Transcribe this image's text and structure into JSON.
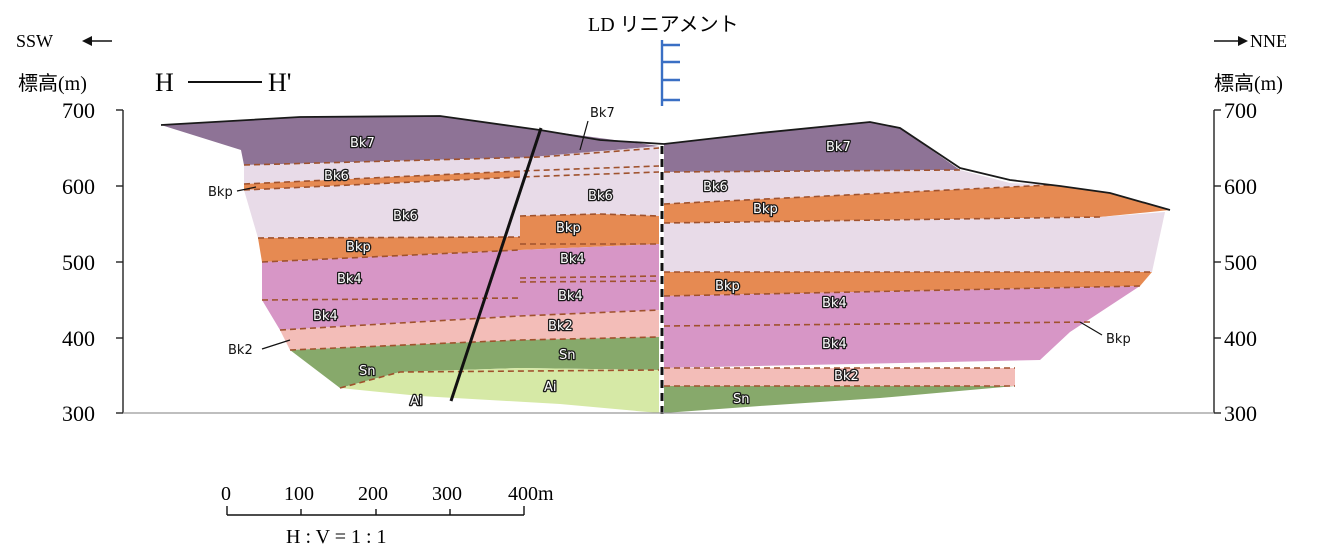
{
  "header": {
    "left_direction": "SSW",
    "right_direction": "NNE",
    "lineament_label": "LD リニアメント",
    "section_start": "H",
    "section_end": "H'"
  },
  "axes": {
    "left_title": "標高(m)",
    "right_title": "標高(m)",
    "ticks": [
      "700",
      "600",
      "500",
      "400",
      "300"
    ],
    "elevation_range_m": [
      300,
      700
    ]
  },
  "layers": {
    "colors": {
      "Bk7": "#8e7396",
      "Bk6": "#e8dbe8",
      "Bkp": "#e68a52",
      "Bk4": "#d796c6",
      "Bk2": "#f3bdb8",
      "Sn": "#87a96b",
      "Ai": "#d6e9a6"
    },
    "labels": {
      "bk7_left": "Bk7",
      "bk7_callout": "Bk7",
      "bk7_right": "Bk7",
      "bk6_left_upper": "Bk6",
      "bkp_left_callout": "Bkp",
      "bk6_left": "Bk6",
      "bkp_left": "Bkp",
      "bk4_left_upper": "Bk4",
      "bk4_left_lower": "Bk4",
      "bk2_left_callout": "Bk2",
      "sn_left": "Sn",
      "ai_left": "Ai",
      "bk6_mid": "Bk6",
      "bkp_mid": "Bkp",
      "bk4_mid_upper": "Bk4",
      "bk4_mid_lower": "Bk4",
      "bk2_mid": "Bk2",
      "sn_mid": "Sn",
      "ai_mid": "Ai",
      "bk6_right": "Bk6",
      "bkp_right_upper": "Bkp",
      "bkp_right_lower": "Bkp",
      "bk4_right_upper": "Bk4",
      "bkp_right_callout": "Bkp",
      "bk4_right_lower": "Bk4",
      "bk2_right": "Bk2",
      "sn_right": "Sn"
    }
  },
  "scale_bar": {
    "ticks": [
      "0",
      "100",
      "200",
      "300",
      "400m"
    ],
    "ratio": "H : V = 1 : 1"
  },
  "style": {
    "lineament_color": "#3a6fc4",
    "fault_color": "#111111",
    "boundary_dash_color": "#a0522d"
  }
}
